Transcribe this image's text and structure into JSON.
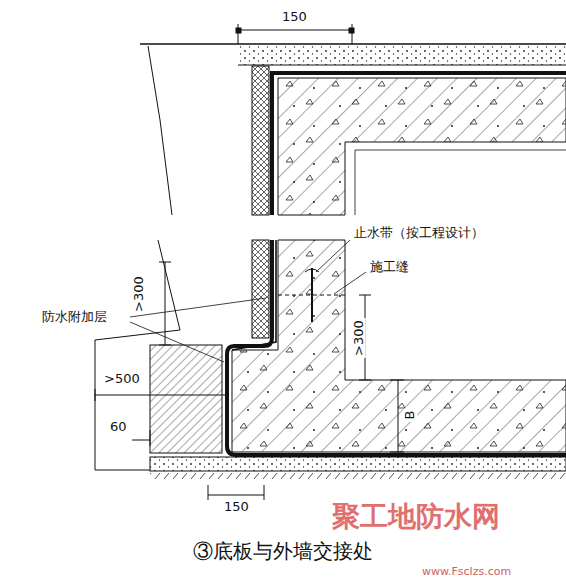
{
  "diagram": {
    "caption": "③底板与外墙交接处",
    "labels": [
      "150",
      "止水带（按工程设计）",
      "施工缝",
      ">300",
      "防水附加层",
      ">300",
      ">500",
      "60",
      "B",
      "150",
      "聚工地防水网",
      "www.Fsclzs.com"
    ]
  }
}
